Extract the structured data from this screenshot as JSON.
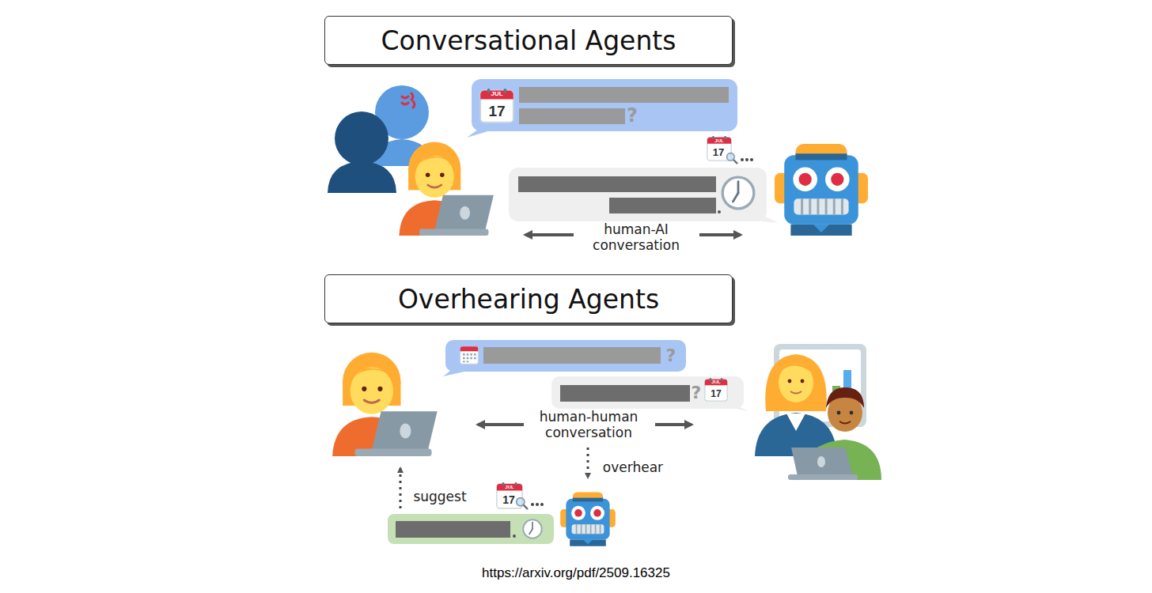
{
  "diagram": {
    "nodes": [
      {
        "text": [
          "Conversational Agents"
        ]
      },
      {
        "text": [
          "Overhearing Agents"
        ]
      }
    ],
    "labels": [
      "JUL",
      "17",
      "?",
      "JUL",
      "17",
      "human-AI conversation",
      "?",
      "?",
      "JUL",
      "17",
      "human-human conversation",
      "overhear",
      "JUL",
      "17",
      "suggest",
      "https://arxiv.org/pdf/2509.16325"
    ]
  }
}
